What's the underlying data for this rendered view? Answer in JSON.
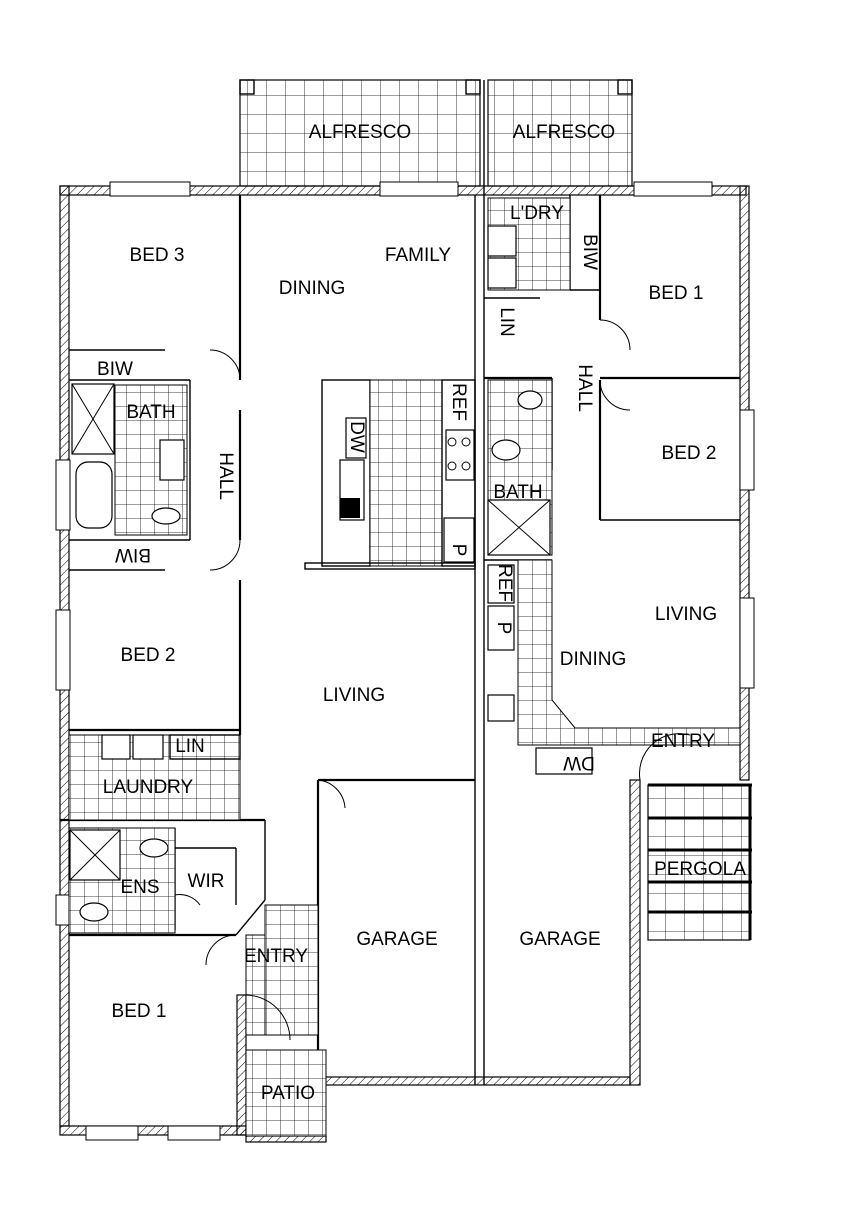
{
  "rooms": {
    "alfresco_left": "ALFRESCO",
    "alfresco_right": "ALFRESCO",
    "bed3": "BED 3",
    "dining_left": "DINING",
    "family": "FAMILY",
    "laundry_right": "L'DRY",
    "biw_right": "BIW",
    "bed1_right": "BED 1",
    "lin_right": "LIN",
    "hall_right": "HALL",
    "biw_top_left": "BIW",
    "bath_left": "BATH",
    "hall_left": "HALL",
    "ref_left": "REF",
    "dw_left": "DW",
    "bed2_right": "BED 2",
    "bath_right": "BATH",
    "biw_lower_left": "BIW",
    "p_left": "P",
    "ref_right": "REF",
    "p_right": "P",
    "living_right": "LIVING",
    "bed2_left": "BED 2",
    "dining_right": "DINING",
    "living_left": "LIVING",
    "lin_left": "LIN",
    "entry_right": "ENTRY",
    "dw_right": "DW",
    "laundry_left": "LAUNDRY",
    "ens": "ENS",
    "wir": "WIR",
    "pergola": "PERGOLA",
    "garage_left": "GARAGE",
    "garage_right": "GARAGE",
    "entry_left": "ENTRY",
    "bed1_left": "BED 1",
    "patio": "PATIO"
  }
}
